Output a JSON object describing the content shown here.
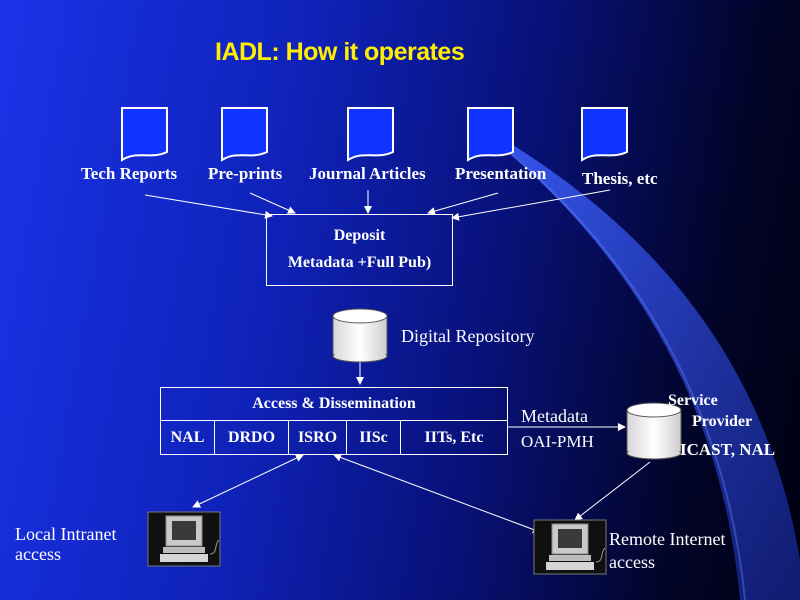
{
  "title": "IADL: How it operates",
  "documents": [
    {
      "label": "Tech Reports"
    },
    {
      "label": "Pre-prints"
    },
    {
      "label": "Journal Articles"
    },
    {
      "label": "Presentation"
    },
    {
      "label": "Thesis, etc"
    }
  ],
  "deposit": {
    "line1": "Deposit",
    "line2": "Metadata +Full Pub)"
  },
  "repository": {
    "label": "Digital Repository"
  },
  "access": {
    "header": "Access &  Dissemination",
    "institutions": [
      "NAL",
      "DRDO",
      "ISRO",
      "IISc",
      "IITs,  Etc"
    ]
  },
  "metadata_link": {
    "line1": "Metadata",
    "line2": "OAI-PMH"
  },
  "service_provider": {
    "line1": "Service",
    "line2": "Provider",
    "line3": "ICAST, NAL"
  },
  "local_access": {
    "line1": "Local Intranet",
    "line2": "access"
  },
  "remote_access": {
    "line1": "Remote Internet",
    "line2": "access"
  },
  "colors": {
    "title": "#ffee00",
    "background_start": "#1a33e8",
    "background_end": "#000010",
    "document_fill": "#1133ff"
  }
}
